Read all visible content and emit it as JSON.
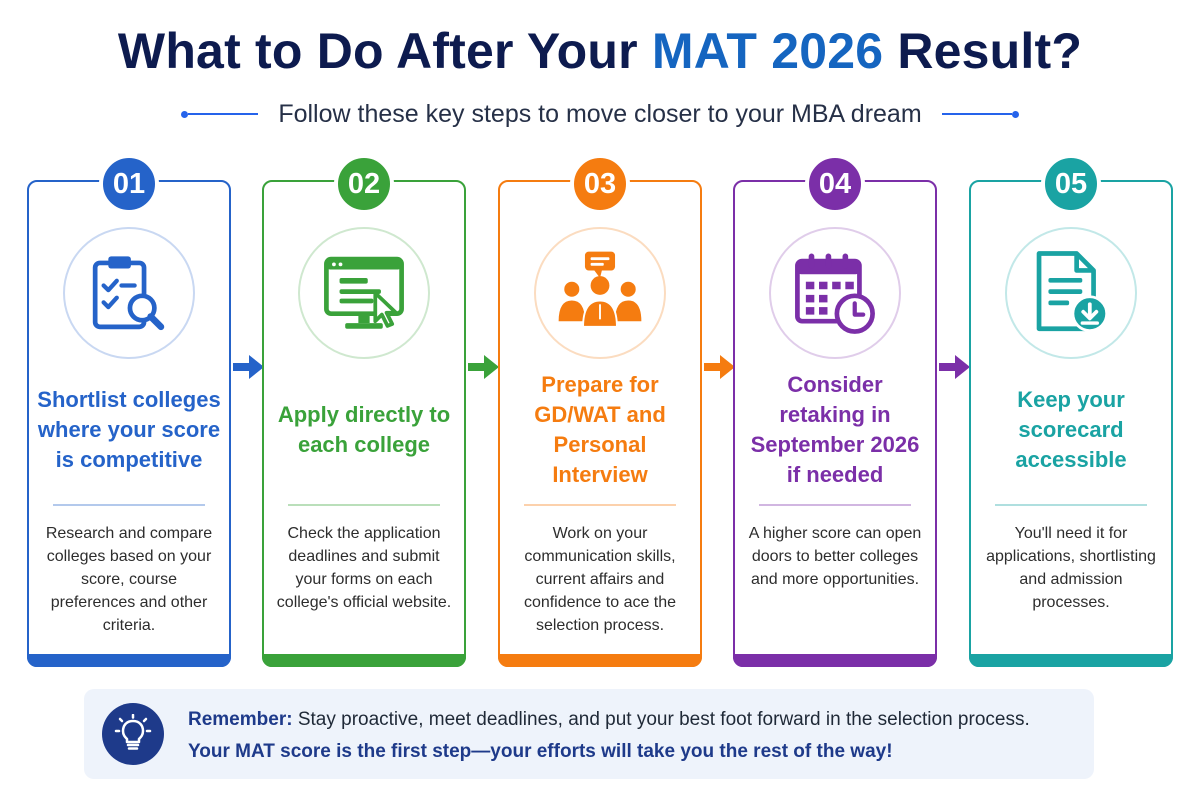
{
  "header": {
    "title_part1": "What to Do After Your ",
    "title_highlight": "MAT 2026",
    "title_part2": " Result?",
    "subtitle": "Follow these key steps to move closer to your MBA dream"
  },
  "colors": {
    "step1": "#2563c9",
    "step2": "#3aa23a",
    "step3": "#f57c10",
    "step4": "#7b2fa8",
    "step5": "#1aa3a3",
    "navy": "#0d1b4f",
    "accent_blue": "#1565c0"
  },
  "steps": [
    {
      "number": "01",
      "title": "Shortlist colleges where your score is competitive",
      "description": "Research and compare colleges based on your score, course preferences and other criteria.",
      "icon": "clipboard-search-icon"
    },
    {
      "number": "02",
      "title": "Apply directly to each college",
      "description": "Check the application deadlines and submit your forms on each college's official website.",
      "icon": "computer-form-icon"
    },
    {
      "number": "03",
      "title": "Prepare for GD/WAT and Personal Interview",
      "description": "Work on your communication skills, current affairs and confidence to ace the selection process.",
      "icon": "group-discussion-icon"
    },
    {
      "number": "04",
      "title": "Consider retaking in September 2026 if needed",
      "description": "A higher score can open doors to better colleges and more opportunities.",
      "icon": "calendar-clock-icon"
    },
    {
      "number": "05",
      "title": "Keep your scorecard accessible",
      "description": "You'll need it for applications, shortlisting and admission processes.",
      "icon": "document-download-icon"
    }
  ],
  "remember": {
    "label": "Remember:",
    "text": " Stay proactive, meet deadlines, and put your best foot forward in the selection process.",
    "emphasis": "Your MAT score is the first step—your efforts will take you the rest of the way!",
    "icon": "lightbulb-icon"
  }
}
